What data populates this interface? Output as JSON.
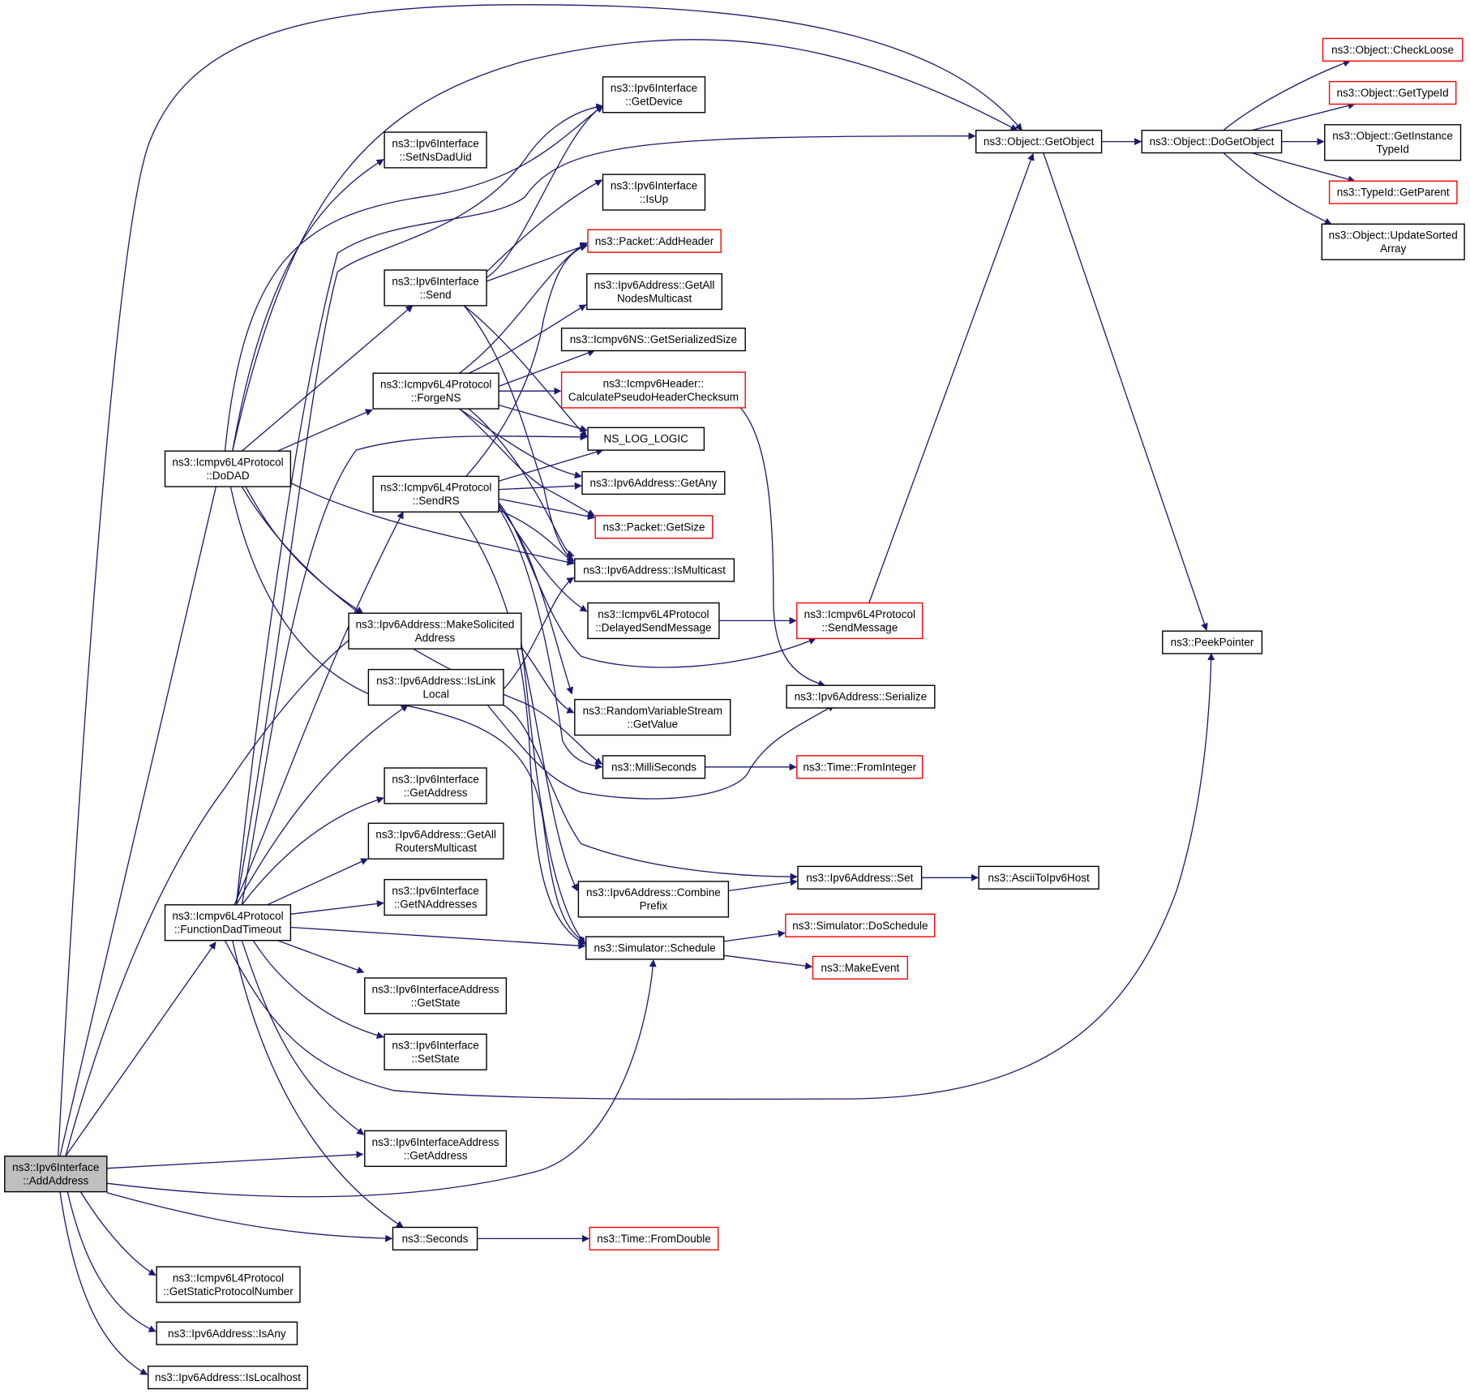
{
  "diagram": {
    "colors": {
      "edge": "#191970",
      "node_border": "#000000",
      "truncated_border": "#ff0000",
      "root_fill": "#bfbfbf"
    },
    "nodes": [
      {
        "id": "root",
        "lines": [
          "ns3::Ipv6Interface",
          "::AddAddress"
        ],
        "style": "root"
      },
      {
        "id": "dodad",
        "lines": [
          "ns3::Icmpv6L4Protocol",
          "::DoDAD"
        ]
      },
      {
        "id": "fdt",
        "lines": [
          "ns3::Icmpv6L4Protocol",
          "::FunctionDadTimeout"
        ]
      },
      {
        "id": "gspn",
        "lines": [
          "ns3::Icmpv6L4Protocol",
          "::GetStaticProtocolNumber"
        ]
      },
      {
        "id": "isany",
        "lines": [
          "ns3::Ipv6Address::IsAny"
        ]
      },
      {
        "id": "islocalhost",
        "lines": [
          "ns3::Ipv6Address::IsLocalhost"
        ]
      },
      {
        "id": "setnsdaduid",
        "lines": [
          "ns3::Ipv6Interface",
          "::SetNsDadUid"
        ]
      },
      {
        "id": "send",
        "lines": [
          "ns3::Ipv6Interface",
          "::Send"
        ]
      },
      {
        "id": "forgens",
        "lines": [
          "ns3::Icmpv6L4Protocol",
          "::ForgeNS"
        ]
      },
      {
        "id": "sendrs",
        "lines": [
          "ns3::Icmpv6L4Protocol",
          "::SendRS"
        ]
      },
      {
        "id": "makesol",
        "lines": [
          "ns3::Ipv6Address::MakeSolicited",
          "Address"
        ]
      },
      {
        "id": "islinklocal",
        "lines": [
          "ns3::Ipv6Address::IsLink",
          "Local"
        ]
      },
      {
        "id": "getaddress",
        "lines": [
          "ns3::Ipv6Interface",
          "::GetAddress"
        ]
      },
      {
        "id": "getallrouters",
        "lines": [
          "ns3::Ipv6Address::GetAll",
          "RoutersMulticast"
        ]
      },
      {
        "id": "getnaddr",
        "lines": [
          "ns3::Ipv6Interface",
          "::GetNAddresses"
        ]
      },
      {
        "id": "getstate",
        "lines": [
          "ns3::Ipv6InterfaceAddress",
          "::GetState"
        ]
      },
      {
        "id": "setstate",
        "lines": [
          "ns3::Ipv6Interface",
          "::SetState"
        ]
      },
      {
        "id": "iaddrgetaddr",
        "lines": [
          "ns3::Ipv6InterfaceAddress",
          "::GetAddress"
        ]
      },
      {
        "id": "seconds",
        "lines": [
          "ns3::Seconds"
        ]
      },
      {
        "id": "getdevice",
        "lines": [
          "ns3::Ipv6Interface",
          "::GetDevice"
        ]
      },
      {
        "id": "isup",
        "lines": [
          "ns3::Ipv6Interface",
          "::IsUp"
        ]
      },
      {
        "id": "addheader",
        "lines": [
          "ns3::Packet::AddHeader"
        ],
        "style": "red"
      },
      {
        "id": "getallnodes",
        "lines": [
          "ns3::Ipv6Address::GetAll",
          "NodesMulticast"
        ]
      },
      {
        "id": "nsgetsize",
        "lines": [
          "ns3::Icmpv6NS::GetSerializedSize"
        ]
      },
      {
        "id": "pseudo",
        "lines": [
          "ns3::Icmpv6Header::",
          "CalculatePseudoHeaderChecksum"
        ],
        "style": "red"
      },
      {
        "id": "nslog",
        "lines": [
          "NS_LOG_LOGIC"
        ]
      },
      {
        "id": "getany",
        "lines": [
          "ns3::Ipv6Address::GetAny"
        ]
      },
      {
        "id": "getsize",
        "lines": [
          "ns3::Packet::GetSize"
        ],
        "style": "red"
      },
      {
        "id": "ismulticast",
        "lines": [
          "ns3::Ipv6Address::IsMulticast"
        ]
      },
      {
        "id": "delayed",
        "lines": [
          "ns3::Icmpv6L4Protocol",
          "::DelayedSendMessage"
        ]
      },
      {
        "id": "rvs",
        "lines": [
          "ns3::RandomVariableStream",
          "::GetValue"
        ]
      },
      {
        "id": "milli",
        "lines": [
          "ns3::MilliSeconds"
        ]
      },
      {
        "id": "combine",
        "lines": [
          "ns3::Ipv6Address::Combine",
          "Prefix"
        ]
      },
      {
        "id": "schedule",
        "lines": [
          "ns3::Simulator::Schedule"
        ]
      },
      {
        "id": "fromdouble",
        "lines": [
          "ns3::Time::FromDouble"
        ],
        "style": "red"
      },
      {
        "id": "getobject",
        "lines": [
          "ns3::Object::GetObject"
        ]
      },
      {
        "id": "sendmessage",
        "lines": [
          "ns3::Icmpv6L4Protocol",
          "::SendMessage"
        ],
        "style": "red"
      },
      {
        "id": "serialize",
        "lines": [
          "ns3::Ipv6Address::Serialize"
        ]
      },
      {
        "id": "frominteger",
        "lines": [
          "ns3::Time::FromInteger"
        ],
        "style": "red"
      },
      {
        "id": "ipv6set",
        "lines": [
          "ns3::Ipv6Address::Set"
        ]
      },
      {
        "id": "doschedule",
        "lines": [
          "ns3::Simulator::DoSchedule"
        ],
        "style": "red"
      },
      {
        "id": "makeevent",
        "lines": [
          "ns3::MakeEvent"
        ],
        "style": "red"
      },
      {
        "id": "ascii",
        "lines": [
          "ns3::AsciiToIpv6Host"
        ]
      },
      {
        "id": "dogetobject",
        "lines": [
          "ns3::Object::DoGetObject"
        ]
      },
      {
        "id": "peek",
        "lines": [
          "ns3::PeekPointer"
        ]
      },
      {
        "id": "checkloose",
        "lines": [
          "ns3::Object::CheckLoose"
        ],
        "style": "red"
      },
      {
        "id": "gettypeid",
        "lines": [
          "ns3::Object::GetTypeId"
        ],
        "style": "red"
      },
      {
        "id": "getinstance",
        "lines": [
          "ns3::Object::GetInstance",
          "TypeId"
        ]
      },
      {
        "id": "getparent",
        "lines": [
          "ns3::TypeId::GetParent"
        ],
        "style": "red"
      },
      {
        "id": "updatesorted",
        "lines": [
          "ns3::Object::UpdateSorted",
          "Array"
        ]
      }
    ]
  }
}
